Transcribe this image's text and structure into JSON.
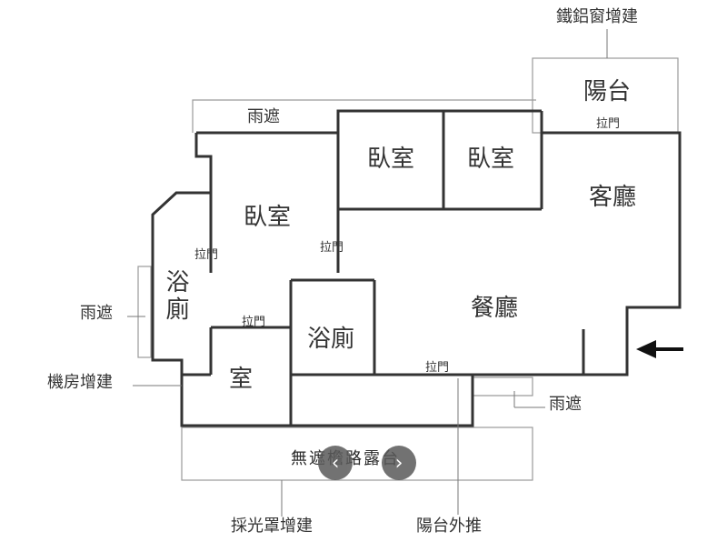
{
  "rooms": {
    "balcony": "陽台",
    "living_room": "客廳",
    "bedroom_a": "臥室",
    "bedroom_b": "臥室",
    "bedroom_main": "臥室",
    "dining_room": "餐廳",
    "bathroom_left": "浴廁",
    "bathroom_center": "浴廁",
    "room_small": "室",
    "rooftop_open": "無遮檐路露台"
  },
  "doors": {
    "sliding_balcony": "拉門",
    "sliding_bedroom": "拉門",
    "sliding_bath": "拉門",
    "sliding_hall": "拉門",
    "sliding_bottom": "拉門"
  },
  "callouts": {
    "window_addon": "鐵鋁窗增建",
    "canopy_top": "雨遮",
    "canopy_left": "雨遮",
    "canopy_right": "雨遮",
    "machine_room": "機房增建",
    "skylight_addon": "採光罩增建",
    "balcony_out": "陽台外推"
  },
  "nav": {
    "prev": "‹",
    "next": "›"
  }
}
